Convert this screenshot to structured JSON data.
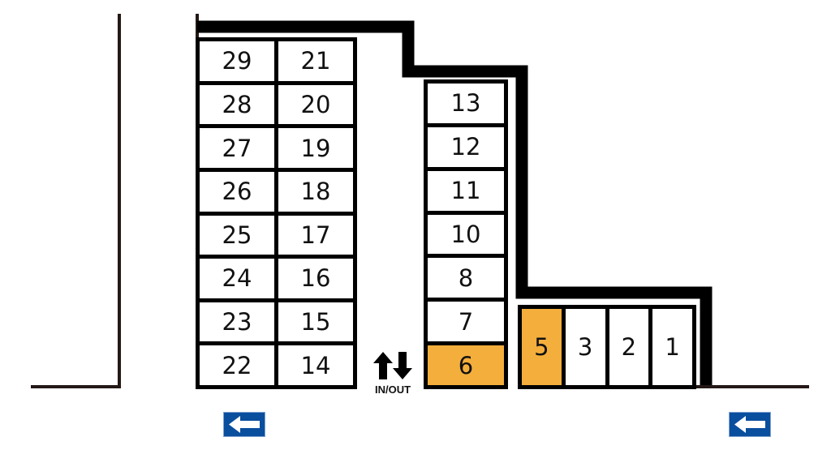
{
  "legend": {
    "reserved_color": "#F4AE3C",
    "wall_color": "#000000",
    "sign_color": "#0A4E9E"
  },
  "left_block": {
    "rows": [
      [
        "29",
        "21"
      ],
      [
        "28",
        "20"
      ],
      [
        "27",
        "19"
      ],
      [
        "26",
        "18"
      ],
      [
        "25",
        "17"
      ],
      [
        "24",
        "16"
      ],
      [
        "23",
        "15"
      ],
      [
        "22",
        "14"
      ]
    ]
  },
  "middle_block": {
    "spaces": [
      "13",
      "12",
      "11",
      "10",
      "8",
      "7",
      "6"
    ],
    "reserved": [
      "6"
    ]
  },
  "right_block": {
    "spaces": [
      "5",
      "3",
      "2",
      "1"
    ],
    "reserved": [
      "5"
    ]
  },
  "entrance": {
    "label": "IN/OUT",
    "icon": "up-down-arrows-icon"
  },
  "signs": [
    {
      "icon": "one-way-left-arrow-icon"
    },
    {
      "icon": "one-way-left-arrow-icon"
    }
  ]
}
